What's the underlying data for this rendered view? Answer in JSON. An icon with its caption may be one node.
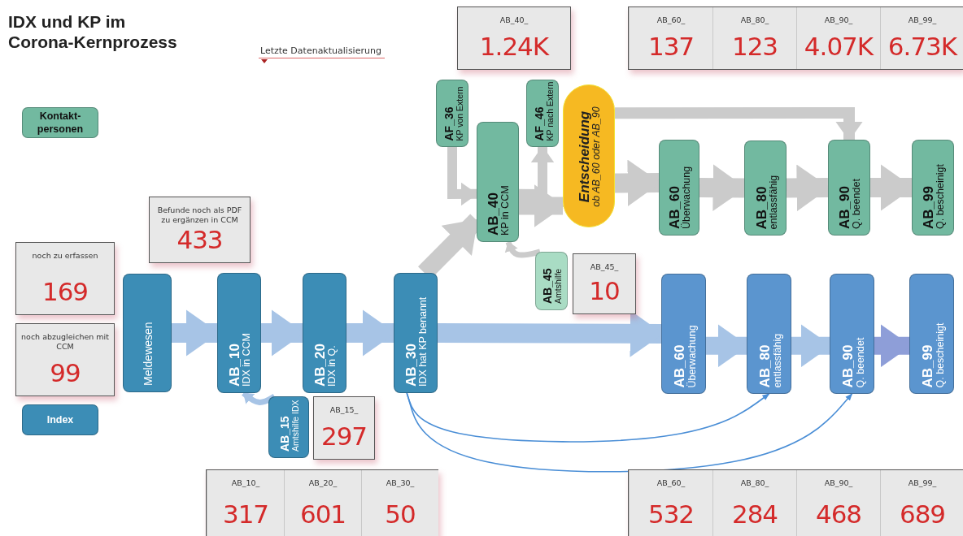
{
  "diagram": {
    "title": "IDX und KP im Corona-Kernprozess",
    "nodes": [
      {
        "text": [
          "AB_40_",
          "1.24K"
        ]
      },
      {
        "text": [],
        "shape": "box"
      },
      {
        "text": [
          "AB_60_",
          "137"
        ],
        "in": 1
      },
      {
        "text": [
          "AB_80_",
          "123"
        ],
        "in": 1
      },
      {
        "text": [
          "AB_90_",
          "4.07K"
        ],
        "in": 1
      },
      {
        "text": [
          "AB_99_",
          "6.73K"
        ],
        "in": 1
      },
      {
        "text": [
          "Befunde noch als PDF zu ergänzen in CCM",
          "433"
        ]
      },
      {
        "text": [
          "noch zu erfassen",
          "169"
        ]
      },
      {
        "text": [
          "noch abzugleichen mit CCM",
          "99"
        ]
      },
      {
        "text": [
          "AF_36",
          "KP von Extern"
        ]
      },
      {
        "text": [
          "AB_40",
          "KP in CCM"
        ]
      },
      {
        "text": [
          "AF_46",
          "KP nach Extern"
        ]
      },
      {
        "text": [
          "Entscheidung",
          "ob AB_60 oder AB_90"
        ]
      },
      {
        "text": [
          "AB_60",
          "Überwachung"
        ]
      },
      {
        "text": [
          "AB_80",
          "entlassfähig"
        ]
      },
      {
        "text": [
          "AB_90",
          "Q. beendet"
        ]
      },
      {
        "text": [
          "AB_99",
          "Q. bescheinigt"
        ]
      },
      {
        "text": [
          "AB_45",
          "Amtshilfe"
        ]
      },
      {
        "text": [
          "AB_45_",
          "10"
        ]
      },
      {
        "text": [
          "Meldewesen"
        ]
      },
      {
        "text": [
          "AB_10",
          "IDX in CCM"
        ]
      },
      {
        "text": [
          "AB_20",
          "IDX in Q."
        ]
      },
      {
        "text": [
          "AB_30",
          "IDX hat KP benannt"
        ]
      },
      {
        "text": [
          "AB_60",
          "Überwachung"
        ]
      },
      {
        "text": [
          "AB_80",
          "entlassfähig"
        ]
      },
      {
        "text": [
          "AB_90",
          "Q. beendet"
        ]
      },
      {
        "text": [
          "AB_99",
          "Q. bescheinigt"
        ]
      },
      {
        "text": [
          "AB_15",
          "Amtshilfe IDX"
        ]
      },
      {
        "text": [
          "AB_15_",
          "297"
        ]
      },
      {
        "text": [],
        "shape": "box"
      },
      {
        "text": [
          "AB_10_",
          "317"
        ],
        "in": 29
      },
      {
        "text": [
          "AB_20_",
          "601"
        ],
        "in": 29
      },
      {
        "text": [
          "AB_30_",
          "50"
        ],
        "in": 29
      },
      {
        "text": [],
        "shape": "box"
      },
      {
        "text": [
          "AB_60_",
          "532"
        ],
        "in": 33
      },
      {
        "text": [
          "AB_80_",
          "284"
        ],
        "in": 33
      },
      {
        "text": [
          "AB_90_",
          "468"
        ],
        "in": 33
      },
      {
        "text": [
          "AB_99_",
          "689"
        ],
        "in": 33
      }
    ],
    "edges": [
      {
        "from": 19,
        "to": 20,
        "arrow": "to",
        "color": "#a7c4e6"
      },
      {
        "from": 20,
        "to": 21,
        "arrow": "to",
        "color": "#a7c4e6"
      },
      {
        "from": 21,
        "to": 22,
        "arrow": "to",
        "color": "#a7c4e6"
      },
      {
        "from": 22,
        "to": 23,
        "arrow": "to",
        "color": "#a7c4e6"
      },
      {
        "from": 23,
        "to": 24,
        "arrow": "to",
        "color": "#a7c4e6"
      },
      {
        "from": 24,
        "to": 25,
        "arrow": "to",
        "color": "#a7c4e6"
      },
      {
        "from": 25,
        "to": 26,
        "arrow": "to",
        "color": "#8e9ed8"
      },
      {
        "from": 27,
        "to": 20,
        "arrow": "to",
        "color": "#a7c4e6"
      },
      {
        "from": 22,
        "to": 24,
        "arrow": "to",
        "color": "#4a8ed6"
      },
      {
        "from": 22,
        "to": 25,
        "arrow": "to",
        "color": "#4a8ed6"
      },
      {
        "from": 22,
        "to": 10,
        "arrow": "to"
      },
      {
        "from": 9,
        "to": 10,
        "arrow": "to"
      },
      {
        "from": 10,
        "to": 11,
        "arrow": "to"
      },
      {
        "from": 10,
        "to": 12,
        "arrow": "to"
      },
      {
        "from": 17,
        "to": 10,
        "arrow": "to"
      },
      {
        "from": 12,
        "to": 13,
        "arrow": "to"
      },
      {
        "from": 13,
        "to": 14,
        "arrow": "to"
      },
      {
        "from": 14,
        "to": 15,
        "arrow": "to"
      },
      {
        "from": 15,
        "to": 16,
        "arrow": "to"
      },
      {
        "from": 12,
        "to": 15,
        "arrow": "to"
      }
    ],
    "labels": [
      "Letzte Datenaktualisierung"
    ],
    "legend": [
      {
        "text": "Kontakt- personen",
        "color": "#72b9a0"
      },
      {
        "text": "Index",
        "color": "#3c8db6"
      }
    ]
  }
}
